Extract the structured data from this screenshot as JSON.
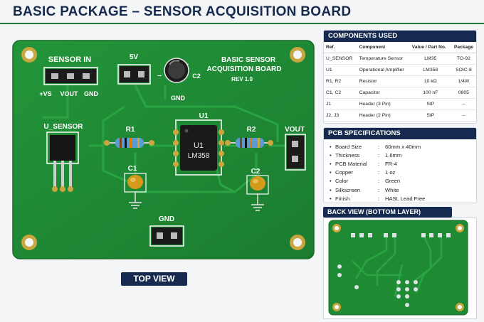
{
  "title": "BASIC PACKAGE – SENSOR ACQUISITION BOARD",
  "top_view_label": "TOP VIEW",
  "board": {
    "name_line1": "BASIC SENSOR",
    "name_line2": "ACQUISITION BOARD",
    "revision": "REV 1.0",
    "sensor_in": "SENSOR IN",
    "pin_vs": "+VS",
    "pin_vout": "VOUT",
    "pin_gnd": "GND",
    "five_v": "5V",
    "gnd_top": "GND",
    "gnd_bottom": "GND",
    "c2_top": "C2",
    "u1": "U1",
    "ic_line1": "U1",
    "ic_line2": "LM358",
    "u_sensor": "U_SENSOR",
    "r1": "R1",
    "r2": "R2",
    "c1": "C1",
    "c2": "C2",
    "vout": "VOUT",
    "plus": "+",
    "minus": "−"
  },
  "components": {
    "header": "COMPONENTS USED",
    "columns": [
      "Ref.",
      "Component",
      "Value / Part No.",
      "Package"
    ],
    "rows": [
      [
        "U_SENSOR",
        "Temperature Sensor",
        "LM35",
        "TO-92"
      ],
      [
        "U1",
        "Operational Amplifier",
        "LM358",
        "SOIC-8"
      ],
      [
        "R1, R2",
        "Resistor",
        "10 kΩ",
        "1/4W"
      ],
      [
        "C1, C2",
        "Capacitor",
        "100 nF",
        "0805"
      ],
      [
        "J1",
        "Header (3 Pin)",
        "SIP",
        "--"
      ],
      [
        "J2, J3",
        "Header (2 Pin)",
        "SIP",
        "--"
      ]
    ]
  },
  "specs": {
    "header": "PCB SPECIFICATIONS",
    "items": [
      {
        "key": "Board Size",
        "value": "60mm x 40mm"
      },
      {
        "key": "Thickness",
        "value": "1.6mm"
      },
      {
        "key": "PCB Material",
        "value": "FR-4"
      },
      {
        "key": "Copper",
        "value": "1 oz"
      },
      {
        "key": "Color",
        "value": "Green"
      },
      {
        "key": "Silkscreen",
        "value": "White"
      },
      {
        "key": "Finish",
        "value": "HASL Lead Free"
      }
    ]
  },
  "bottom_view_label": "BACK VIEW (BOTTOM LAYER)",
  "colors": {
    "pcb_green": "#1f8a34",
    "navy": "#152a4e",
    "gold": "#c9a640"
  }
}
